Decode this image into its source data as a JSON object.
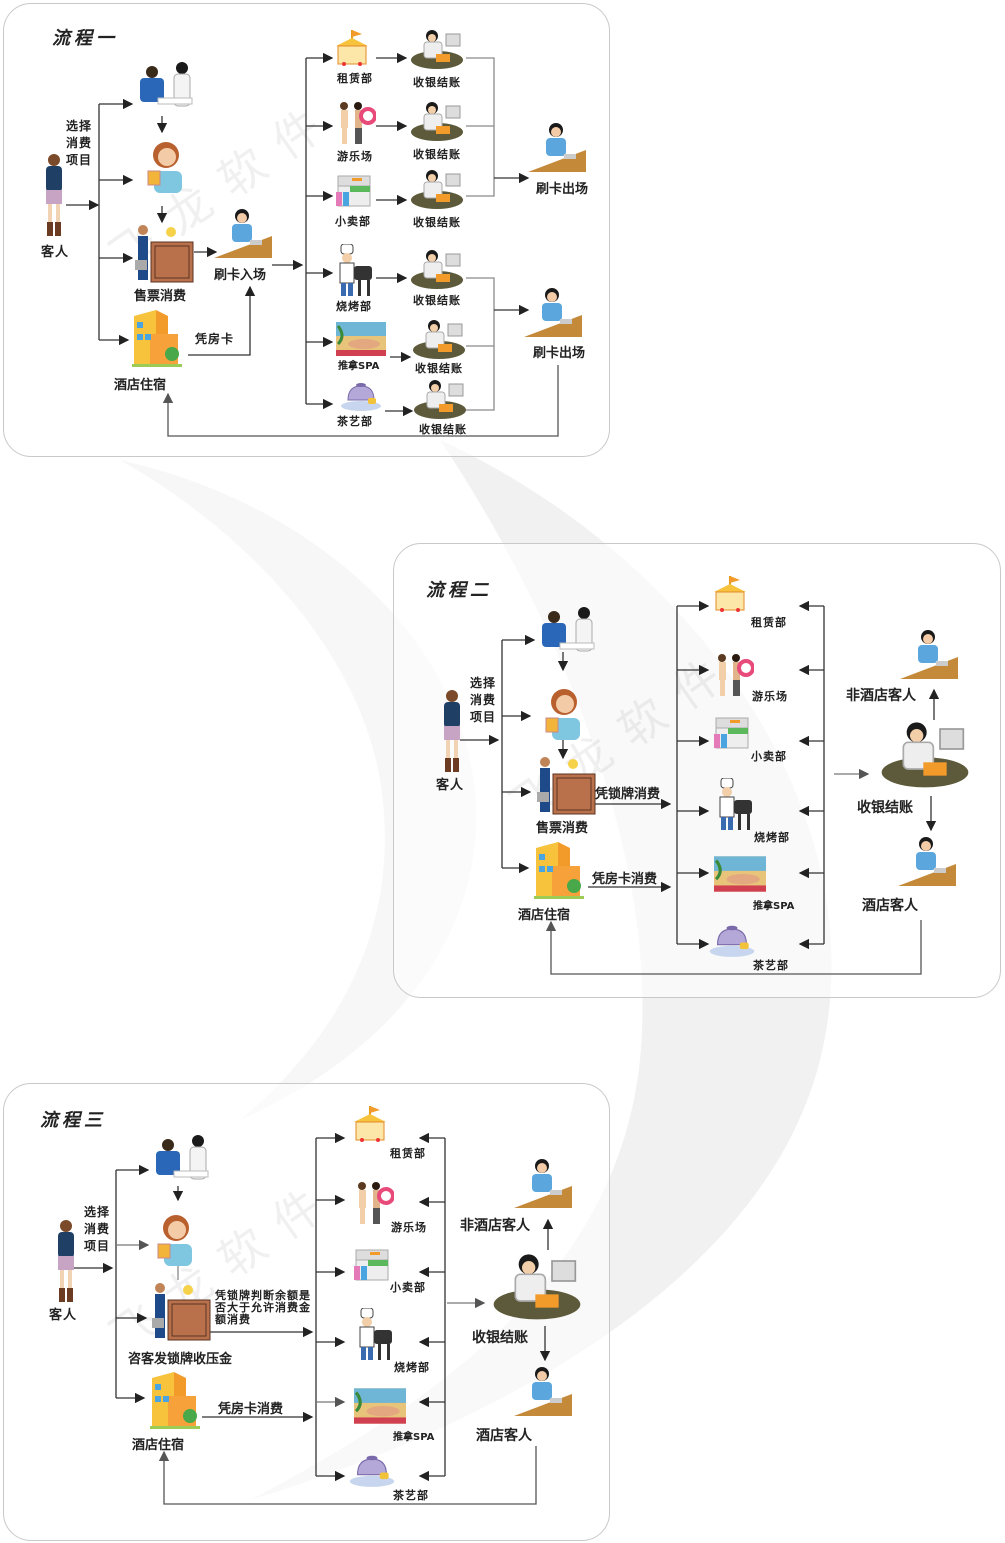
{
  "watermark": "飞龙软件",
  "flow1": {
    "title": "流程一",
    "guest": "客人",
    "choose": "选择消费项目",
    "ticket": "售票消费",
    "hotel": "酒店住宿",
    "room_card": "凭房卡",
    "swipe_in": "刷卡入场",
    "swipe_out_1": "刷卡出场",
    "swipe_out_2": "刷卡出场",
    "departments": [
      "租赁部",
      "游乐场",
      "小卖部",
      "烧烤部",
      "推拿SPA",
      "茶艺部"
    ],
    "cashier": "收银结账"
  },
  "flow2": {
    "title": "流程二",
    "guest": "客人",
    "choose": "选择消费项目",
    "ticket": "售票消费",
    "hotel": "酒店住宿",
    "lock_tag_consume": "凭锁牌消费",
    "room_card_consume": "凭房卡消费",
    "departments": [
      "租赁部",
      "游乐场",
      "小卖部",
      "烧烤部",
      "推拿SPA",
      "茶艺部"
    ],
    "cashier": "收银结账",
    "non_hotel_guest": "非酒店客人",
    "hotel_guest": "酒店客人"
  },
  "flow3": {
    "title": "流程三",
    "guest": "客人",
    "choose": "选择消费项目",
    "issue_tag": "咨客发锁牌收压金",
    "lock_tag_rule": "凭锁牌判断余额是否大于允许消费金额消费",
    "hotel": "酒店住宿",
    "room_card_consume": "凭房卡消费",
    "departments": [
      "租赁部",
      "游乐场",
      "小卖部",
      "烧烤部",
      "推拿SPA",
      "茶艺部"
    ],
    "cashier": "收银结账",
    "non_hotel_guest": "非酒店客人",
    "hotel_guest": "酒店客人"
  }
}
